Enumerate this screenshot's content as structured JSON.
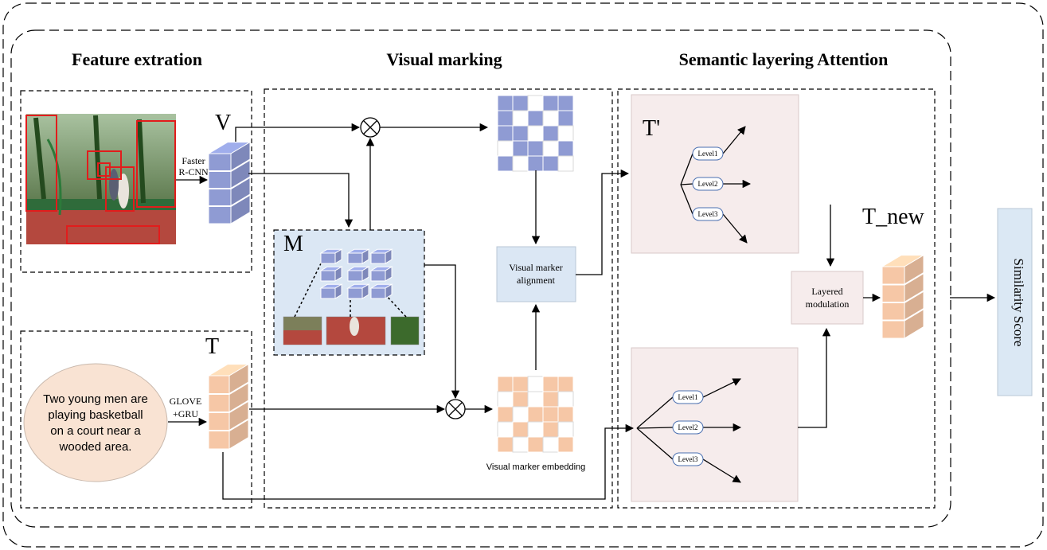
{
  "sections": {
    "feature_extraction": "Feature extration",
    "visual_marking": "Visual marking",
    "semantic_layering": "Semantic layering Attention"
  },
  "labels": {
    "v": "V",
    "m": "M",
    "t": "T",
    "t_prime": "T'",
    "t_new": "T_new",
    "faster_rcnn_1": "Faster",
    "faster_rcnn_2": "R-CNN",
    "glove_1": "GLOVE",
    "glove_2": "+GRU"
  },
  "caption": {
    "line1": "Two young men are",
    "line2": "playing basketball",
    "line3": "on a court near a",
    "line4": "wooded area."
  },
  "boxes": {
    "alignment_1": "Visual marker",
    "alignment_2": "alignment",
    "embedding": "Visual marker embedding",
    "layered_1": "Layered",
    "layered_2": "modulation",
    "similarity": "Similarity Score"
  },
  "levels": [
    "Level1",
    "Level2",
    "Level3"
  ],
  "colors": {
    "visual": "#8f9bd3",
    "text": "#f6c7a6",
    "panel_blue": "#dbe7f4",
    "panel_pink": "#f6ecec",
    "similarity_bg": "#dbe8f4"
  }
}
